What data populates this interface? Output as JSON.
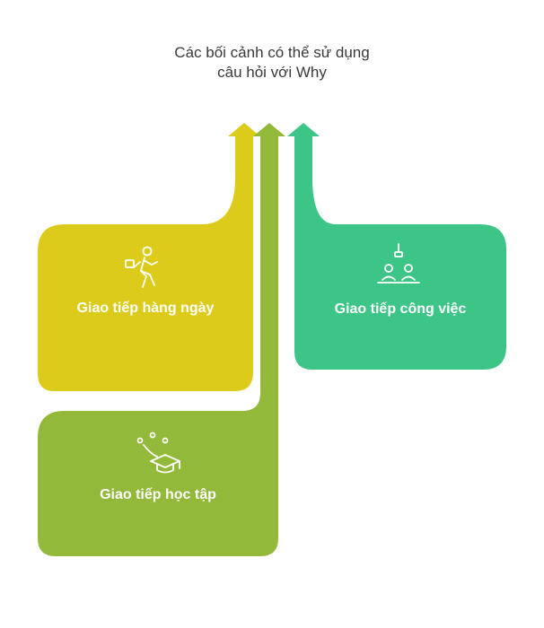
{
  "title": {
    "line1": "Các bối cảnh có thể sử dụng",
    "line2": "câu hỏi với Why"
  },
  "colors": {
    "yellow": "#DDCB1B",
    "olive": "#93B93A",
    "green": "#3DC487",
    "text": "#3a3a3a"
  },
  "boxes": {
    "everyday": {
      "label": "Giao tiếp hàng ngày",
      "icon": "walking-person-icon"
    },
    "study": {
      "label": "Giao tiếp học tập",
      "icon": "graduation-cap-icon"
    },
    "work": {
      "label": "Giao tiếp công việc",
      "icon": "meeting-icon"
    }
  }
}
